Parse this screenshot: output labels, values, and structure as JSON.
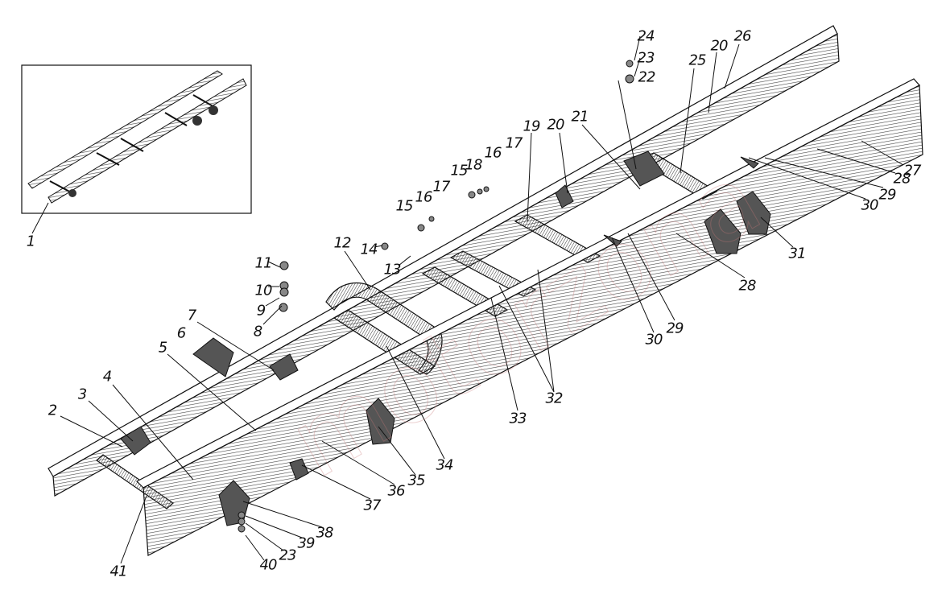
{
  "figure": {
    "watermark_text": "motorzona",
    "inset_callout": "1",
    "callouts": [
      "1",
      "2",
      "3",
      "4",
      "5",
      "6",
      "7",
      "8",
      "9",
      "10",
      "11",
      "12",
      "13",
      "14",
      "15",
      "16",
      "17",
      "15",
      "18",
      "16",
      "17",
      "19",
      "20",
      "21",
      "24",
      "23",
      "22",
      "25",
      "20",
      "26",
      "27",
      "28",
      "29",
      "30",
      "31",
      "28",
      "30",
      "29",
      "32",
      "33",
      "34",
      "35",
      "36",
      "37",
      "38",
      "39",
      "23",
      "40",
      "41"
    ]
  },
  "colors": {
    "ink": "#111111",
    "hatch": "#444444",
    "paper": "#ffffff"
  }
}
